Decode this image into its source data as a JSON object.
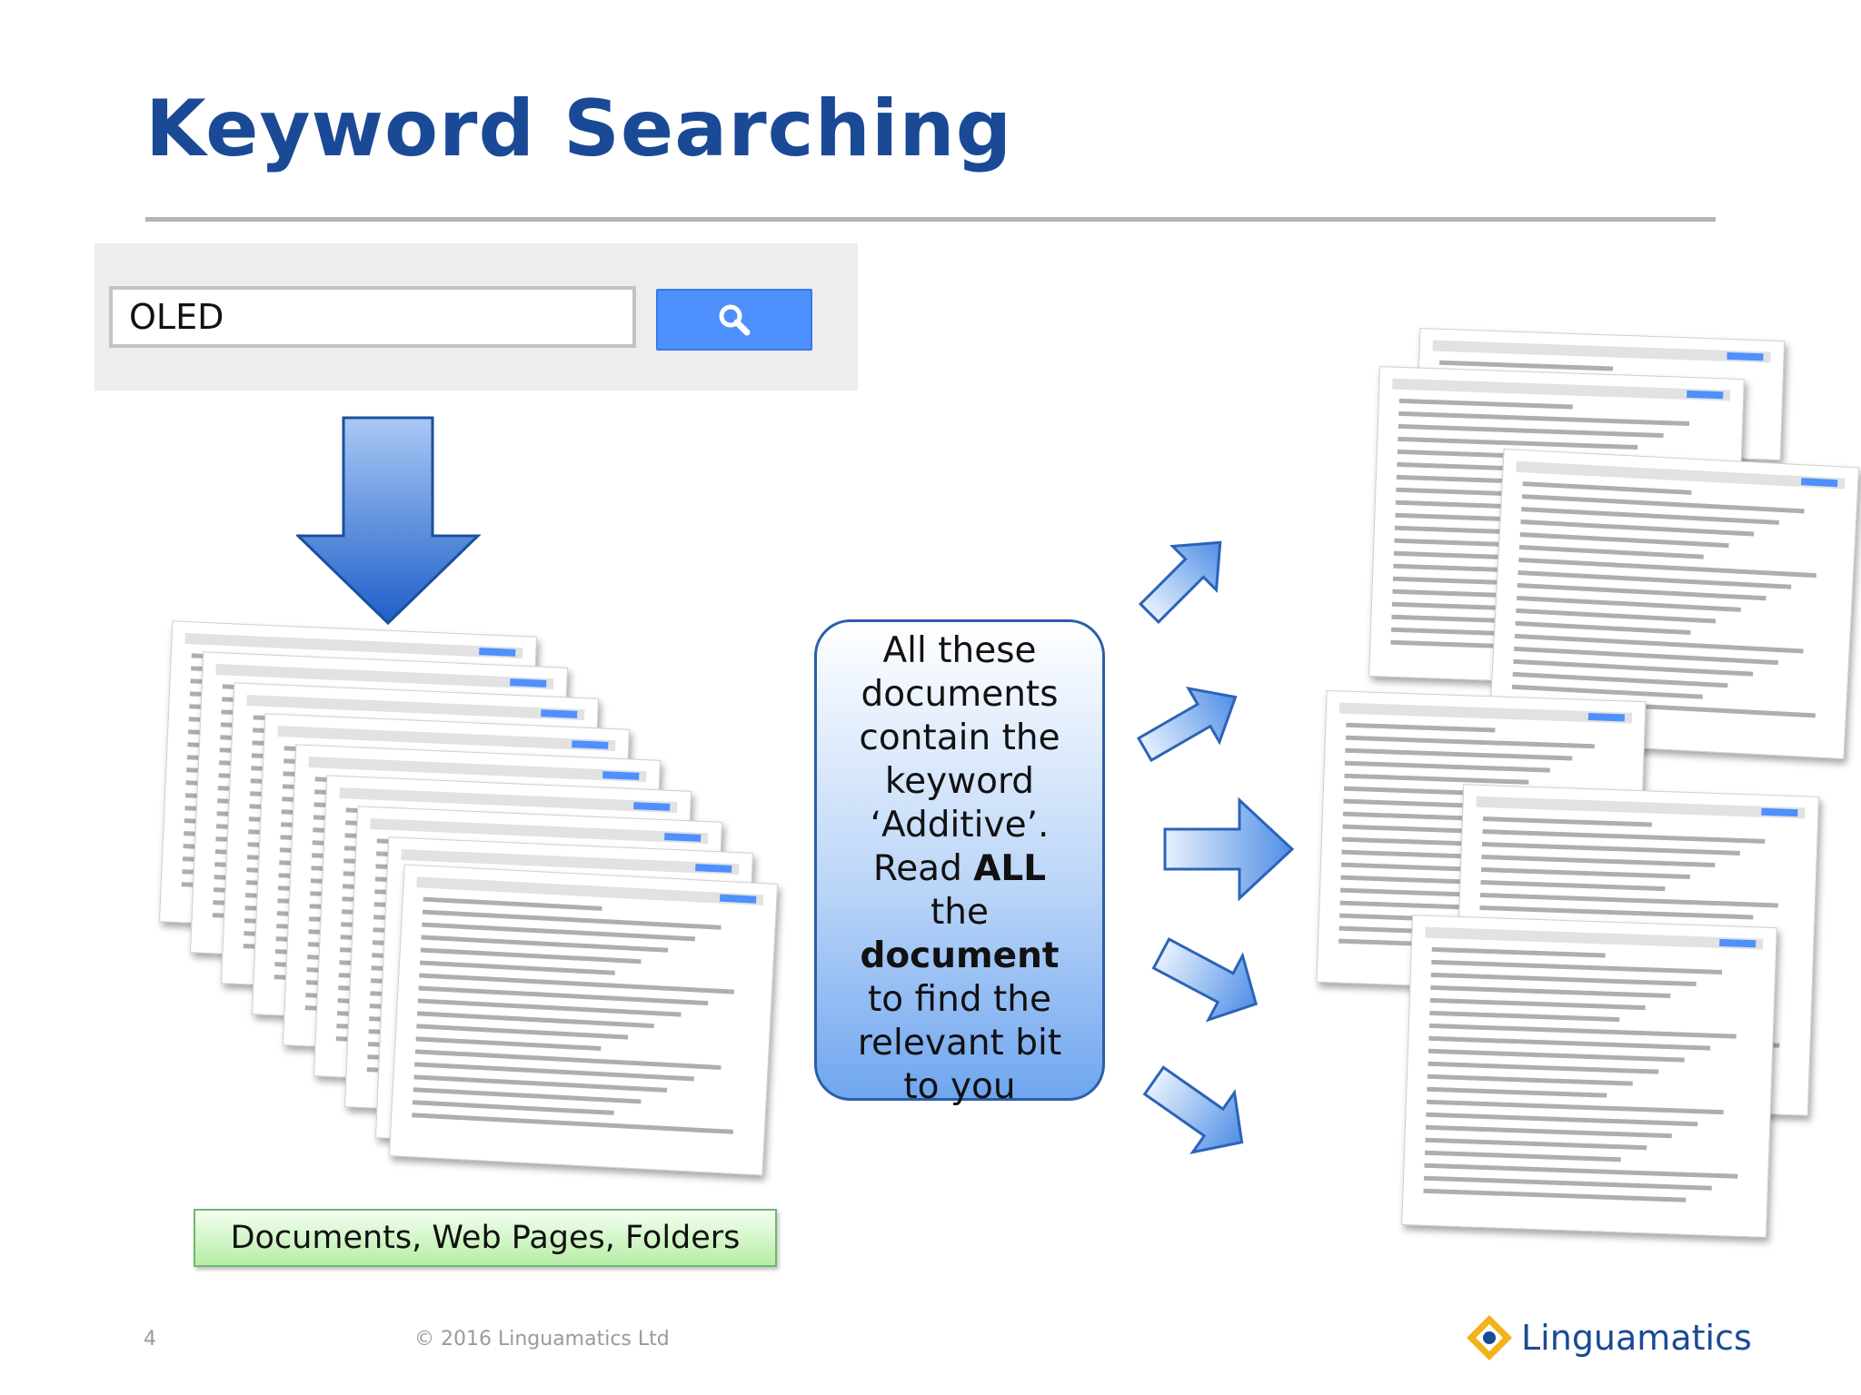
{
  "slide": {
    "title": "Keyword Searching",
    "number": "4",
    "copyright": "© 2016 Linguamatics Ltd",
    "brand": "Linguamatics"
  },
  "search": {
    "query": "OLED",
    "button_icon": "search-icon"
  },
  "callout": {
    "lines": [
      {
        "text": "All these",
        "bold": false
      },
      {
        "text": "documents",
        "bold": false
      },
      {
        "text": "contain the",
        "bold": false
      },
      {
        "text": "keyword",
        "bold": false
      },
      {
        "text": "‘Additive’.",
        "bold": false
      },
      {
        "text": "Read ",
        "bold": false,
        "bold_tail": "ALL"
      },
      {
        "text": "the",
        "bold": false
      },
      {
        "text": "document",
        "bold": true
      },
      {
        "text": "to find the",
        "bold": false
      },
      {
        "text": "relevant bit",
        "bold": false
      },
      {
        "text": "to you",
        "bold": false
      }
    ]
  },
  "documents_label": "Documents, Web Pages, Folders",
  "colors": {
    "title": "#1a4a96",
    "search_button": "#4d90fe",
    "callout_border": "#2c5ea8",
    "label_border": "#6fb86f",
    "brand_diamond": "#f2b21c"
  }
}
